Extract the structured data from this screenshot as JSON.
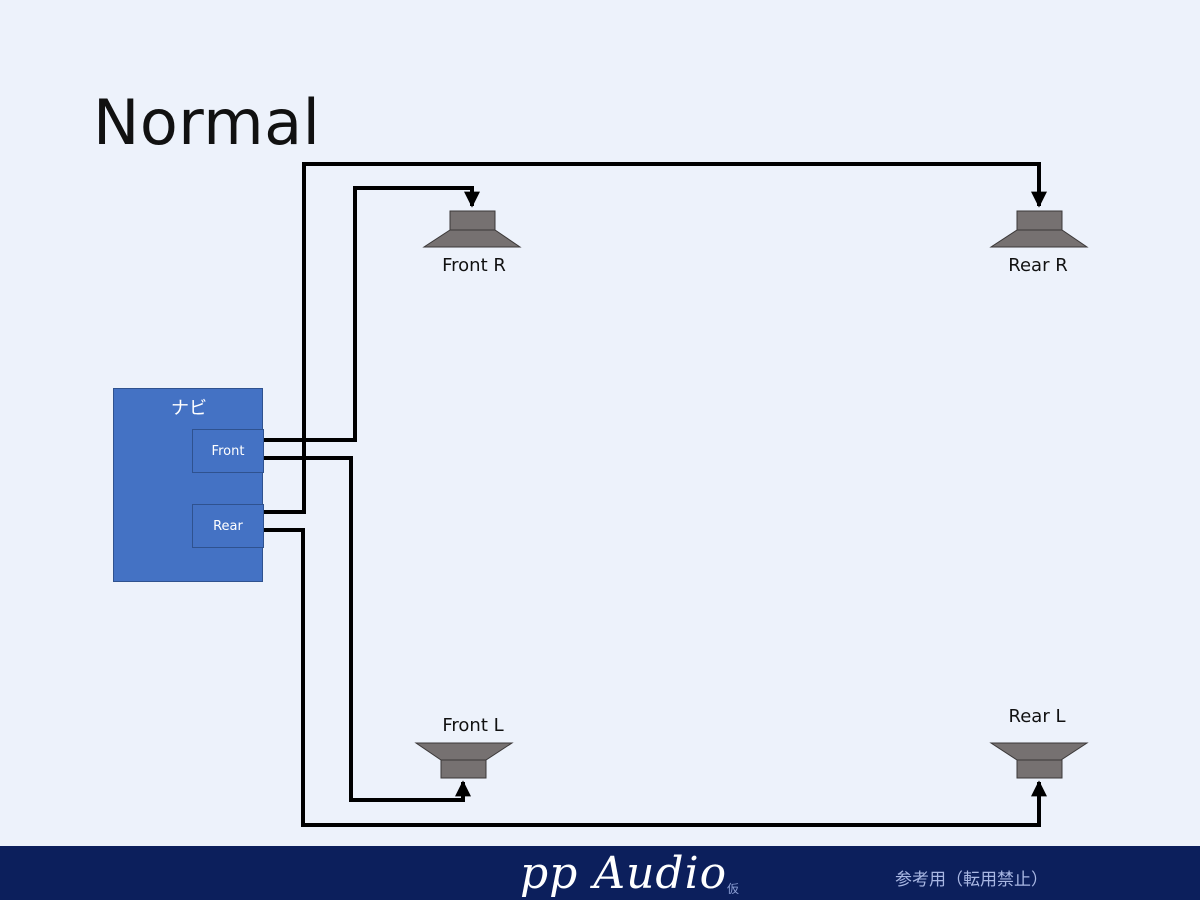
{
  "slide": {
    "title": "Normal"
  },
  "head_unit": {
    "label": "ナビ",
    "ports": {
      "front": "Front",
      "rear": "Rear"
    }
  },
  "speakers": {
    "front_r": "Front R",
    "rear_r": "Rear R",
    "front_l": "Front L",
    "rear_l": "Rear L"
  },
  "footer": {
    "brand": "pp Audio",
    "brand_mark": "仮",
    "notice": "参考用（転用禁止）"
  },
  "colors": {
    "background": "#edf2fb",
    "head_unit": "#4472c4",
    "speaker": "#767171",
    "wire": "#000000",
    "footer": "#0c1f5c"
  }
}
